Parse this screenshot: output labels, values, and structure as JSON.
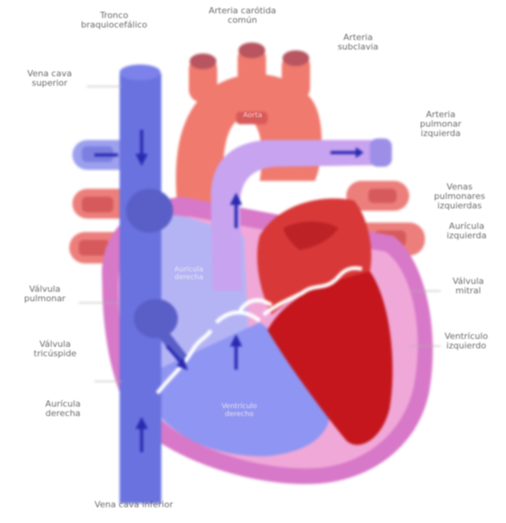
{
  "colors": {
    "vena_cava": "#6a72e0",
    "vena_cava_dark": "#5a5fc8",
    "right_heart": "#8f95f2",
    "right_atrium_light": "#b4b4f5",
    "aorta": "#f07a6e",
    "aorta_dark": "#c85a5e",
    "pulmonary_artery": "#c8a3f0",
    "left_ventricle": "#c4161c",
    "left_atrium": "#d83838",
    "myocardium": "#f0a8d8",
    "pericardium": "#d878c8",
    "valves": "#ffffff",
    "flow_arrows": "#2a2ab0"
  },
  "labels": {
    "tronco": "Tronco\nbraquiocefálico",
    "carotida": "Arteria carótida\ncomún",
    "subclavia": "Arteria\nsubclavia",
    "vena_cava_sup": "Vena cava\nsuperior",
    "arteria_pulmonar": "Arteria\npulmonar\nizquierda",
    "venas_pulmonares": "Venas\npulmonares\nizquierdas",
    "auricula_izq": "Aurícula\nizquierda",
    "valvula_mitral": "Válvula\nmitral",
    "valvula_pulmonar": "Válvula\npulmonar",
    "ventriculo_izq": "Ventrículo\nizquierdo",
    "valvula_tricuspide": "Válvula\ntricúspide",
    "auricula_der": "Aurícula\nderecha",
    "vena_cava_inf": "Vena cava inferior",
    "inner_auricula": "Aurícula\nderecha",
    "inner_ventriculo": "Ventrículo\nderecho",
    "inner_aorta": "Aorta"
  }
}
